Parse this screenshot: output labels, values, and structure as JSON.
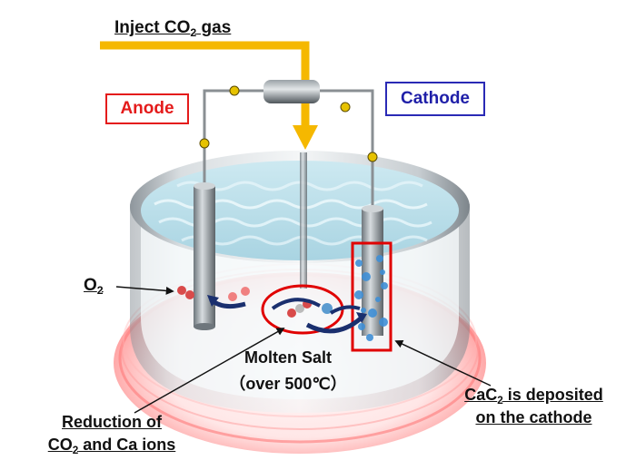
{
  "labels": {
    "inject_prefix": "Inject CO",
    "inject_sub": "2",
    "inject_suffix": " gas",
    "anode": "Anode",
    "cathode": "Cathode",
    "o2_prefix": "O",
    "o2_sub": "2",
    "molten_line1": "Molten Salt",
    "molten_line2": "（over 500℃）",
    "reduction_line1": "Reduction of ",
    "reduction_line2_prefix": "CO",
    "reduction_line2_sub": "2",
    "reduction_line2_suffix": " and Ca ions",
    "cac2_line1_prefix": "CaC",
    "cac2_line1_sub": "2",
    "cac2_line1_suffix": " is deposited ",
    "cac2_line2": "on the cathode"
  },
  "colors": {
    "gas_pipe": "#f5b800",
    "anode_border": "#e41b1b",
    "cathode_border": "#2a2ab5",
    "highlight": "#e00000",
    "arrow": "#1a2f6e",
    "water": "#bfe3ee",
    "heat": "#ff6b6b"
  }
}
